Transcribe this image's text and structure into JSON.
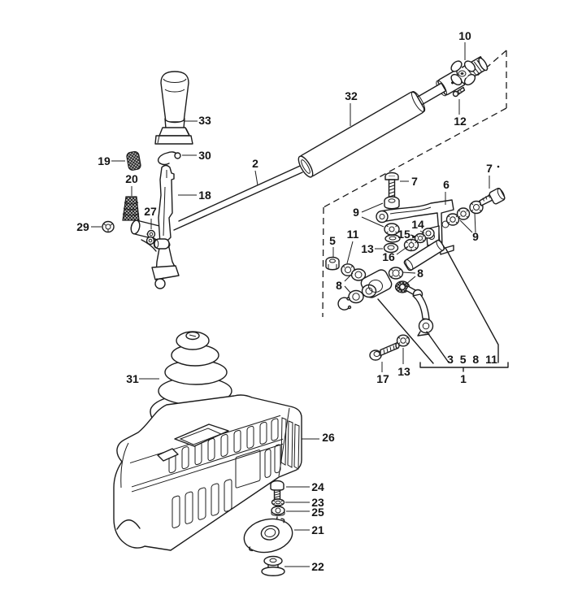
{
  "diagram": {
    "background_color": "#ffffff",
    "line_color": "#1c1c1c",
    "part_labels": [
      {
        "text": "10"
      },
      {
        "text": "12"
      },
      {
        "text": "32"
      },
      {
        "text": "2"
      },
      {
        "text": "33"
      },
      {
        "text": "30"
      },
      {
        "text": "19"
      },
      {
        "text": "20"
      },
      {
        "text": "18"
      },
      {
        "text": "27"
      },
      {
        "text": "29"
      },
      {
        "text": "7"
      },
      {
        "text": "6"
      },
      {
        "text": "7"
      },
      {
        "text": "9"
      },
      {
        "text": "9"
      },
      {
        "text": "5"
      },
      {
        "text": "11"
      },
      {
        "text": "13"
      },
      {
        "text": "14"
      },
      {
        "text": "15"
      },
      {
        "text": "16"
      },
      {
        "text": "8"
      },
      {
        "text": "8"
      },
      {
        "text": "17"
      },
      {
        "text": "13"
      },
      {
        "text": "31"
      },
      {
        "text": "26"
      },
      {
        "text": "24"
      },
      {
        "text": "23"
      },
      {
        "text": "25"
      },
      {
        "text": "21"
      },
      {
        "text": "22"
      }
    ],
    "group_callout": {
      "text": "3 5 8 11"
    },
    "assembly_callout": {
      "text": "1"
    }
  }
}
